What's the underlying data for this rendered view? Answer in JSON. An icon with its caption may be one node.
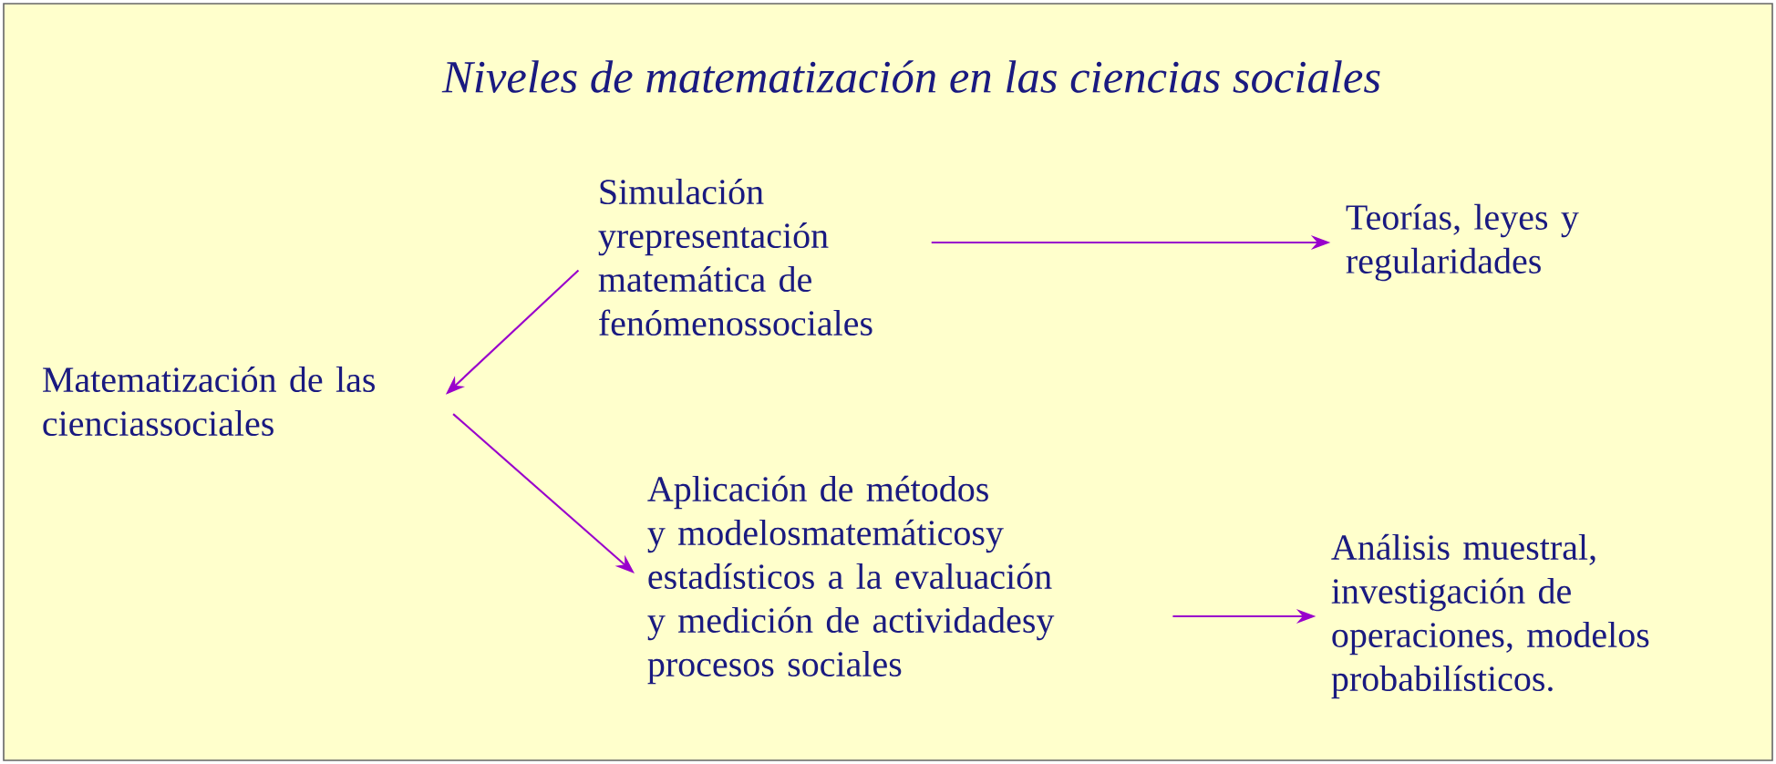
{
  "diagram": {
    "title": "Niveles de matematización en las ciencias sociales",
    "nodes": [
      {
        "text": [
          "Matematización de las cienciassociales"
        ]
      },
      {
        "text": [
          "Simulación yrepresentación matemática de fenómenossociales"
        ]
      },
      {
        "text": [
          "Teorías, leyes y regularidades"
        ]
      },
      {
        "text": [
          "Aplicación de métodos y modelosmatemáticosy estadísticos a la evaluación y medición de actividadesy procesos sociales"
        ]
      },
      {
        "text": [
          "Análisis muestral, investigación de operaciones, modelos probabilísticos."
        ]
      }
    ],
    "edges": [
      {
        "from": 1,
        "to": 0,
        "arrow": "to"
      },
      {
        "from": 0,
        "to": 3,
        "arrow": "to"
      },
      {
        "from": 1,
        "to": 2,
        "arrow": "to"
      },
      {
        "from": 3,
        "to": 4,
        "arrow": "to"
      }
    ]
  }
}
